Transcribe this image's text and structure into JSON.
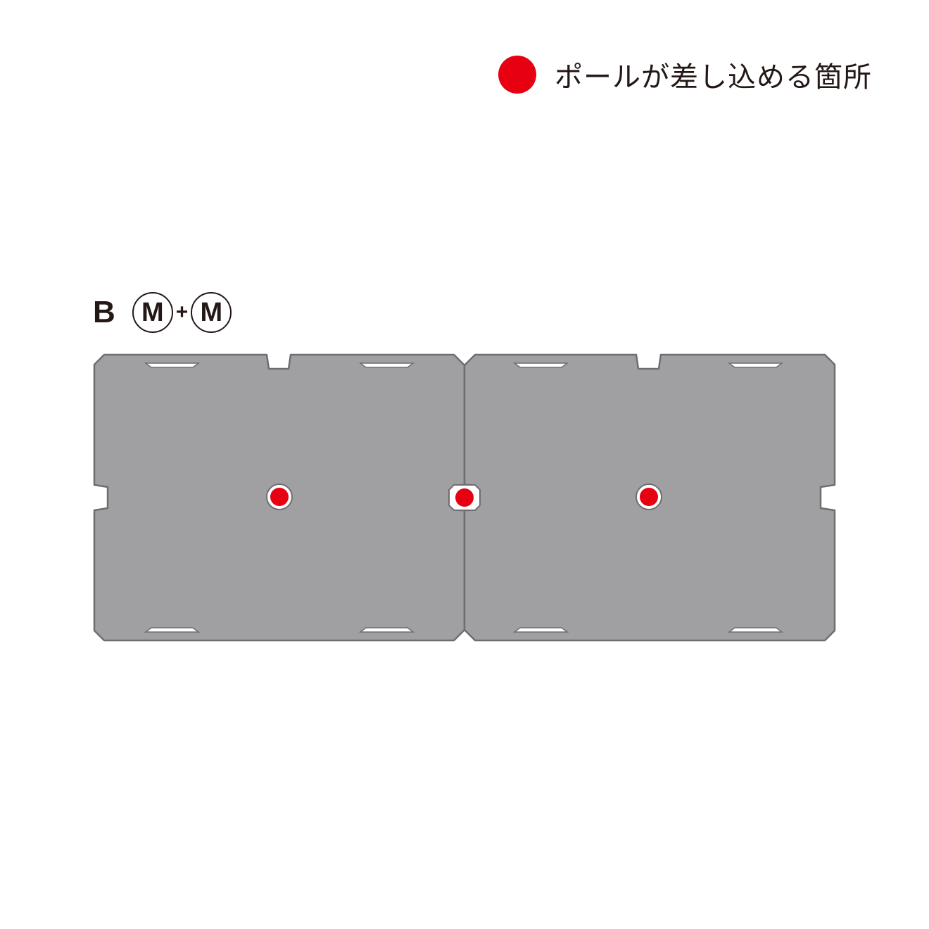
{
  "legend": {
    "label": "ポールが差し込める箇所",
    "color": "#e60012"
  },
  "config": {
    "code": "B",
    "module_1": "M",
    "joiner": "+",
    "module_2": "M"
  },
  "colors": {
    "panel_fill": "#a0a0a2",
    "panel_stroke": "#6e6e70",
    "slot_fill": "#ffffff",
    "pole_point": "#e60012"
  },
  "panels": [
    {
      "name": "M"
    },
    {
      "name": "M"
    }
  ],
  "pole_points": [
    {
      "location": "left panel center"
    },
    {
      "location": "joint"
    },
    {
      "location": "right panel center"
    }
  ]
}
